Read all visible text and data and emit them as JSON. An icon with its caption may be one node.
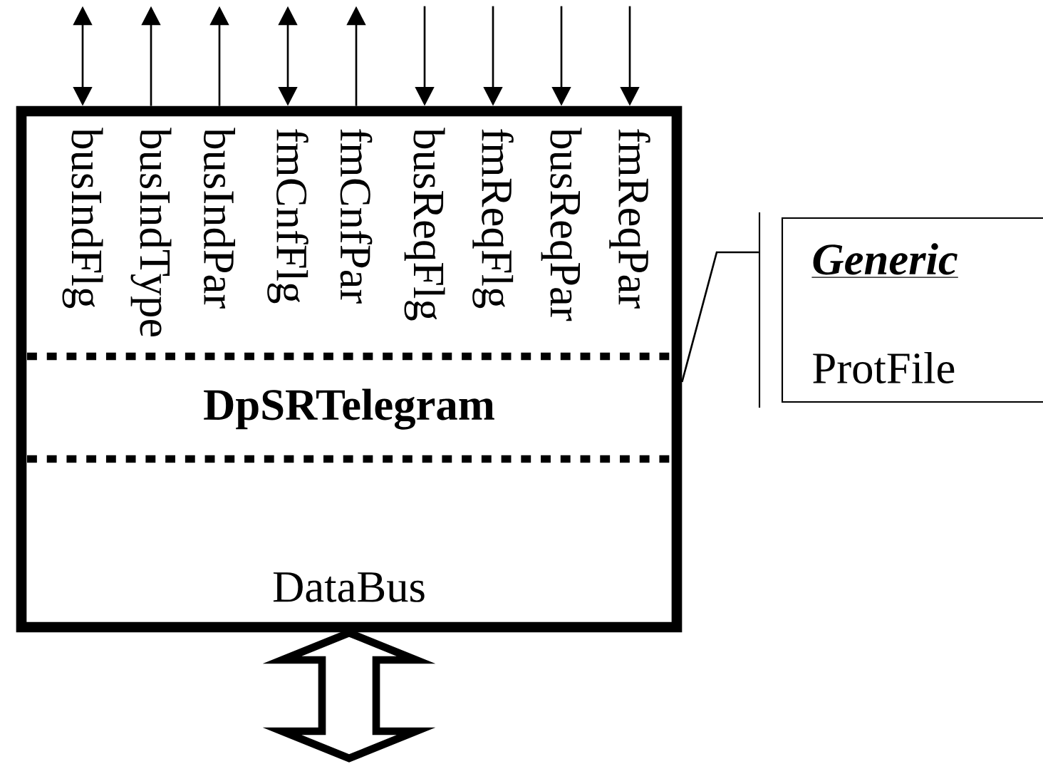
{
  "diagram": {
    "nodes": [
      {
        "text": [
          "DpSRTelegram",
          "DataBus"
        ]
      },
      {
        "text": [
          "busIndFlg"
        ],
        "in": 0
      },
      {
        "text": [
          "busIndType"
        ],
        "in": 0
      },
      {
        "text": [
          "busIndPar"
        ],
        "in": 0
      },
      {
        "text": [
          "fmCnfFlg"
        ],
        "in": 0
      },
      {
        "text": [
          "fmCnfPar"
        ],
        "in": 0
      },
      {
        "text": [
          "busReqFlg"
        ],
        "in": 0
      },
      {
        "text": [
          "fmReqFlg"
        ],
        "in": 0
      },
      {
        "text": [
          "busReqPar"
        ],
        "in": 0
      },
      {
        "text": [
          "fmReqPar"
        ],
        "in": 0
      },
      {
        "text": [
          "Generic",
          "ProtFile"
        ]
      }
    ],
    "edges": [
      {
        "from": 1,
        "to": null,
        "arrow": "both"
      },
      {
        "from": 2,
        "to": null,
        "arrow": "to"
      },
      {
        "from": 3,
        "to": null,
        "arrow": "to"
      },
      {
        "from": 4,
        "to": null,
        "arrow": "both"
      },
      {
        "from": 5,
        "to": null,
        "arrow": "to"
      },
      {
        "from": null,
        "to": 6,
        "arrow": "to"
      },
      {
        "from": null,
        "to": 7,
        "arrow": "to"
      },
      {
        "from": null,
        "to": 8,
        "arrow": "to"
      },
      {
        "from": null,
        "to": 9,
        "arrow": "to"
      },
      {
        "from": 10,
        "to": 0,
        "arrow": "none"
      },
      {
        "from": 0,
        "to": null,
        "arrow": "both",
        "style": "thick"
      }
    ]
  }
}
